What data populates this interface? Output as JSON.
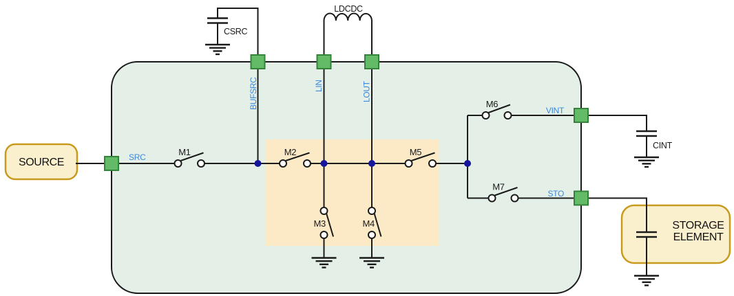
{
  "blocks": {
    "source": {
      "label": "SOURCE"
    },
    "storage": {
      "line1": "STORAGE",
      "line2": "ELEMENT"
    }
  },
  "components": {
    "csrc": {
      "label": "CSRC",
      "type": "capacitor"
    },
    "ldcdc": {
      "label": "LDCDC",
      "type": "inductor"
    },
    "cint": {
      "label": "CINT",
      "type": "capacitor"
    },
    "storage_cap": {
      "type": "capacitor"
    }
  },
  "pins": {
    "src": {
      "label": "SRC"
    },
    "bufsrc": {
      "label": "BUFSRC"
    },
    "lin": {
      "label": "LIN"
    },
    "lout": {
      "label": "LOUT"
    },
    "vint": {
      "label": "VINT"
    },
    "sto": {
      "label": "STO"
    }
  },
  "switches": {
    "m1": {
      "label": "M1"
    },
    "m2": {
      "label": "M2"
    },
    "m3": {
      "label": "M3"
    },
    "m4": {
      "label": "M4"
    },
    "m5": {
      "label": "M5"
    },
    "m6": {
      "label": "M6"
    },
    "m7": {
      "label": "M7"
    }
  },
  "colors": {
    "ic_fill": "#E4F0E7",
    "ic_border": "#1A1A1A",
    "highlight_fill": "#FCEAC6",
    "block_fill": "#FBF0CE",
    "block_border": "#C89B1F",
    "pin_fill": "#63BB67",
    "pin_border": "#35833B",
    "net_label_blue": "#3B87DC",
    "junction_navy": "#16169B",
    "wire_black": "#1A1A1A"
  }
}
